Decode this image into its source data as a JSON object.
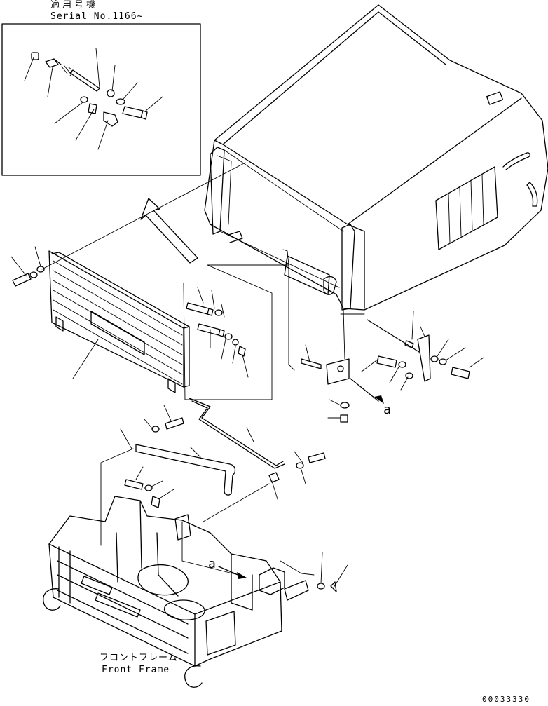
{
  "labels": {
    "serial_jp": "適用号機",
    "serial_en": "Serial No.1166~",
    "front_frame_jp": "フロントフレーム",
    "front_frame_en": "Front Frame",
    "arrow_ref_1": "a",
    "arrow_ref_2": "a",
    "drawing_number": "00033330"
  },
  "colors": {
    "line": "#000000",
    "background": "#ffffff"
  }
}
